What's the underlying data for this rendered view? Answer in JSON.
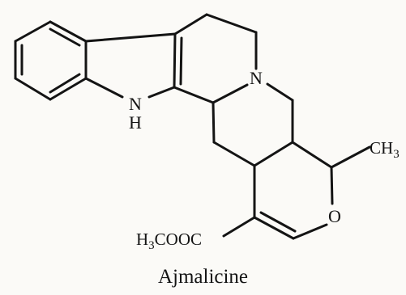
{
  "diagram": {
    "caption": "Ajmalicine",
    "atoms": {
      "ring_nitrogen": "N",
      "indole_nh_n": "N",
      "indole_nh_h": "H",
      "ring_oxygen": "O"
    },
    "substituents": {
      "methyl": {
        "main": "CH",
        "sub": "3"
      },
      "ester": {
        "prefix": "H",
        "sub": "3",
        "rest": "COOC"
      }
    }
  }
}
